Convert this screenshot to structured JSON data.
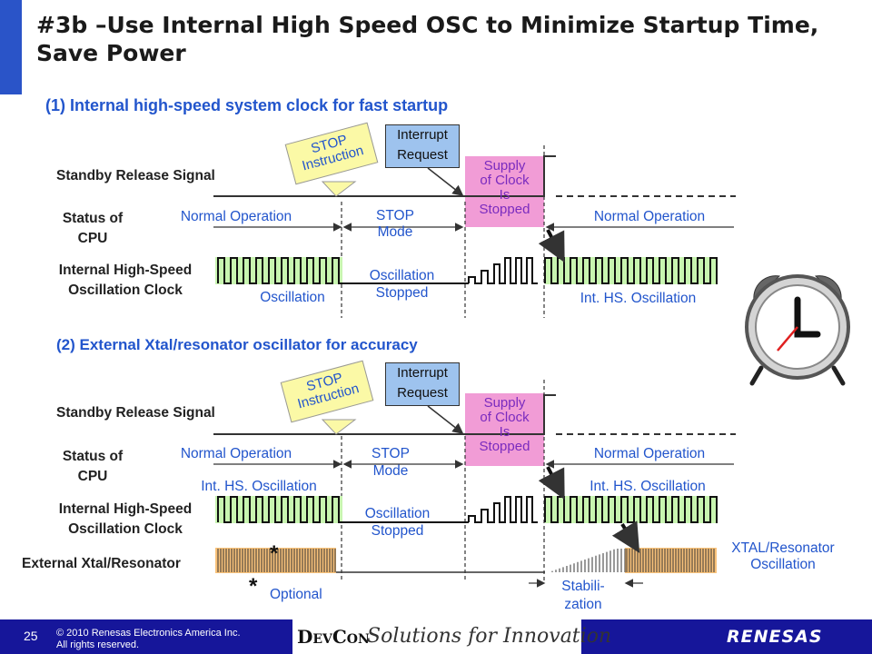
{
  "title": "#3b –Use Internal High Speed OSC to Minimize Startup Time, Save Power",
  "section1": {
    "heading": "(1) Internal high-speed system clock for fast startup",
    "standby_label": "Standby Release Signal",
    "status_label_1": "Status of",
    "status_label_2": "CPU",
    "clock_label_1": "Internal High-Speed",
    "clock_label_2": "Oscillation Clock",
    "normal_op_left": "Normal Operation",
    "stop_mode_1": "STOP",
    "stop_mode_2": "Mode",
    "normal_op_right": "Normal Operation",
    "osc_left": "Oscillation",
    "osc_stopped_1": "Oscillation",
    "osc_stopped_2": "Stopped",
    "int_hs_osc": "Int. HS. Oscillation",
    "stop_instr_1": "STOP",
    "stop_instr_2": "Instruction",
    "interrupt_1": "Interrupt",
    "interrupt_2": "Request",
    "supply_1": "Supply",
    "supply_2": "of Clock",
    "supply_3": "Is",
    "supply_4": "Stopped"
  },
  "section2": {
    "heading": "(2) External Xtal/resonator oscillator for accuracy",
    "standby_label": "Standby Release Signal",
    "status_label_1": "Status of",
    "status_label_2": "CPU",
    "clock_label_1": "Internal High-Speed",
    "clock_label_2": "Oscillation Clock",
    "ext_label": "External Xtal/Resonator",
    "normal_op_left": "Normal Operation",
    "stop_mode_1": "STOP",
    "stop_mode_2": "Mode",
    "normal_op_right": "Normal Operation",
    "int_hs_left": "Int. HS. Oscillation",
    "int_hs_right": "Int. HS. Oscillation",
    "osc_stopped_1": "Oscillation",
    "osc_stopped_2": "Stopped",
    "xtal_osc_1": "XTAL/Resonator",
    "xtal_osc_2": "Oscillation",
    "star": "*",
    "optional": "Optional",
    "stabili_1": "Stabili-",
    "stabili_2": "zation",
    "stop_instr_1": "STOP",
    "stop_instr_2": "Instruction",
    "interrupt_1": "Interrupt",
    "interrupt_2": "Request",
    "supply_1": "Supply",
    "supply_2": "of Clock",
    "supply_3": "Is",
    "supply_4": "Stopped"
  },
  "footer": {
    "page_number": "25",
    "copyright_1": "© 2010 Renesas Electronics America Inc.",
    "copyright_2": "All rights reserved.",
    "devcon": "DevCon",
    "tagline": "Solutions for Innovation",
    "renesas": "RENESAS"
  },
  "colors": {
    "accent_blue": "#2255cc",
    "osc_green": "#c8f5b0",
    "xtal_orange": "#f9c27a",
    "supply_pink": "#f19cd6",
    "footer_navy": "#16169a"
  },
  "icons": [
    "alarm-clock-icon",
    "star-icon",
    "arrow-icon"
  ]
}
